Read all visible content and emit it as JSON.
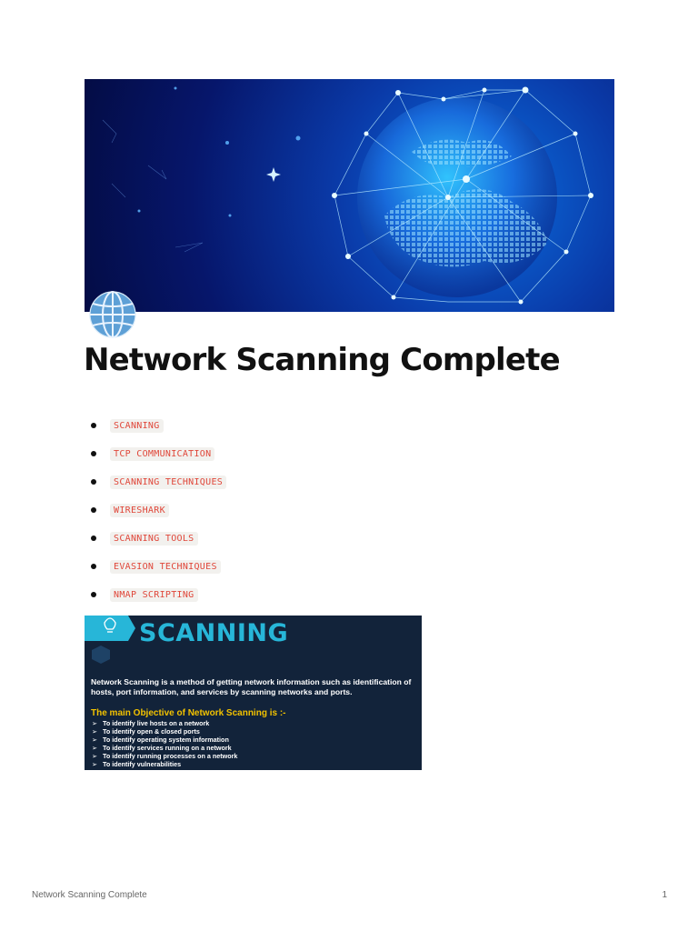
{
  "document": {
    "title": "Network Scanning Complete",
    "toc": [
      {
        "label": "SCANNING"
      },
      {
        "label": "TCP COMMUNICATION"
      },
      {
        "label": "SCANNING TECHNIQUES"
      },
      {
        "label": "WIRESHARK"
      },
      {
        "label": "SCANNING TOOLS"
      },
      {
        "label": "EVASION TECHNIQUES"
      },
      {
        "label": "NMAP SCRIPTING"
      }
    ],
    "cover_icon": "globe-with-meridians-icon"
  },
  "slide": {
    "title": "SCANNING",
    "description": "Network Scanning is a method of getting network information such as identification of hosts, port information, and services by scanning networks and ports.",
    "objective_heading": "The main Objective of Network Scanning is :-",
    "objectives": [
      "To identify live hosts on a network",
      "To identify open & closed ports",
      "To identify operating system information",
      "To identify services running on a network",
      "To identify running processes on a network",
      "To identify vulnerabilities"
    ],
    "bullet_glyph": "➢",
    "colors": {
      "background": "#12233a",
      "title": "#27b6d8",
      "objective": "#f2c200"
    }
  },
  "footer": {
    "doc_name": "Network Scanning Complete",
    "page_number": "1"
  }
}
